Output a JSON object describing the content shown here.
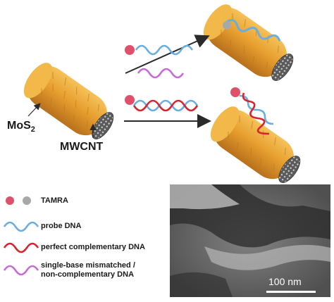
{
  "labels": {
    "mos2_main": "MoS",
    "mos2_sub": "2",
    "mwcnt": "MWCNT"
  },
  "legend": {
    "tamra": "TAMRA",
    "probe": "probe DNA",
    "perfect": "perfect complementary DNA",
    "mismatch_line1": "single-base mismatched /",
    "mismatch_line2": "non-complementary DNA"
  },
  "micrograph": {
    "scale_bar_label": "100 nm"
  },
  "colors": {
    "tube_orange": "#e8a030",
    "probe_blue": "#6aaee0",
    "perfect_red": "#d8242c",
    "mismatch_purple": "#c86ad8",
    "tamra_pink": "#e0506a",
    "tamra_gray": "#a8a8a8"
  }
}
